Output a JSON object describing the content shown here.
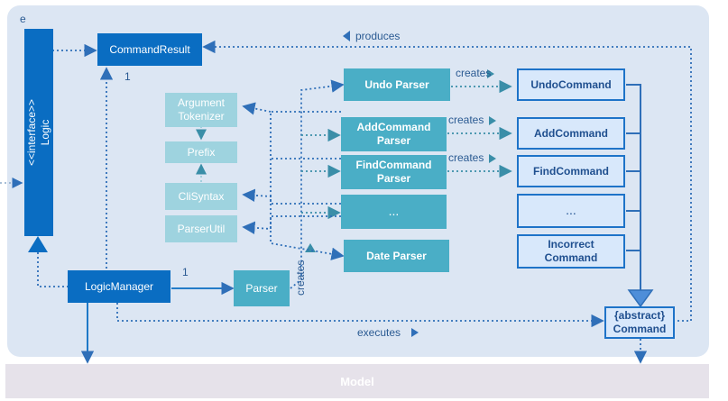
{
  "container_label": "e",
  "interface_logic": "<<interface>>\nLogic",
  "command_result": "CommandResult",
  "logic_manager": "LogicManager",
  "parser": "Parser",
  "argument_tokenizer": "Argument\nTokenizer",
  "prefix": "Prefix",
  "cli_syntax": "CliSyntax",
  "parser_util": "ParserUtil",
  "undo_parser": "Undo Parser",
  "add_command_parser": "AddCommand\nParser",
  "find_command_parser": "FindCommand\nParser",
  "more_parser": "...",
  "date_parser": "Date Parser",
  "undo_command": "UndoCommand",
  "add_command": "AddCommand",
  "find_command": "FindCommand",
  "more_command": "...",
  "incorrect_command": "Incorrect\nCommand",
  "abstract_command": "{abstract}\nCommand",
  "model": "Model",
  "labels": {
    "produces": "produces",
    "creates": "creates",
    "executes": "executes",
    "mult_one": "1"
  },
  "colors": {
    "panel": "#dce6f3",
    "dark_blue": "#0a6dc2",
    "teal": "#4aaec6",
    "light_teal": "#9ed3df",
    "command_fill": "#d8e8fb",
    "command_border": "#1e73c8"
  }
}
